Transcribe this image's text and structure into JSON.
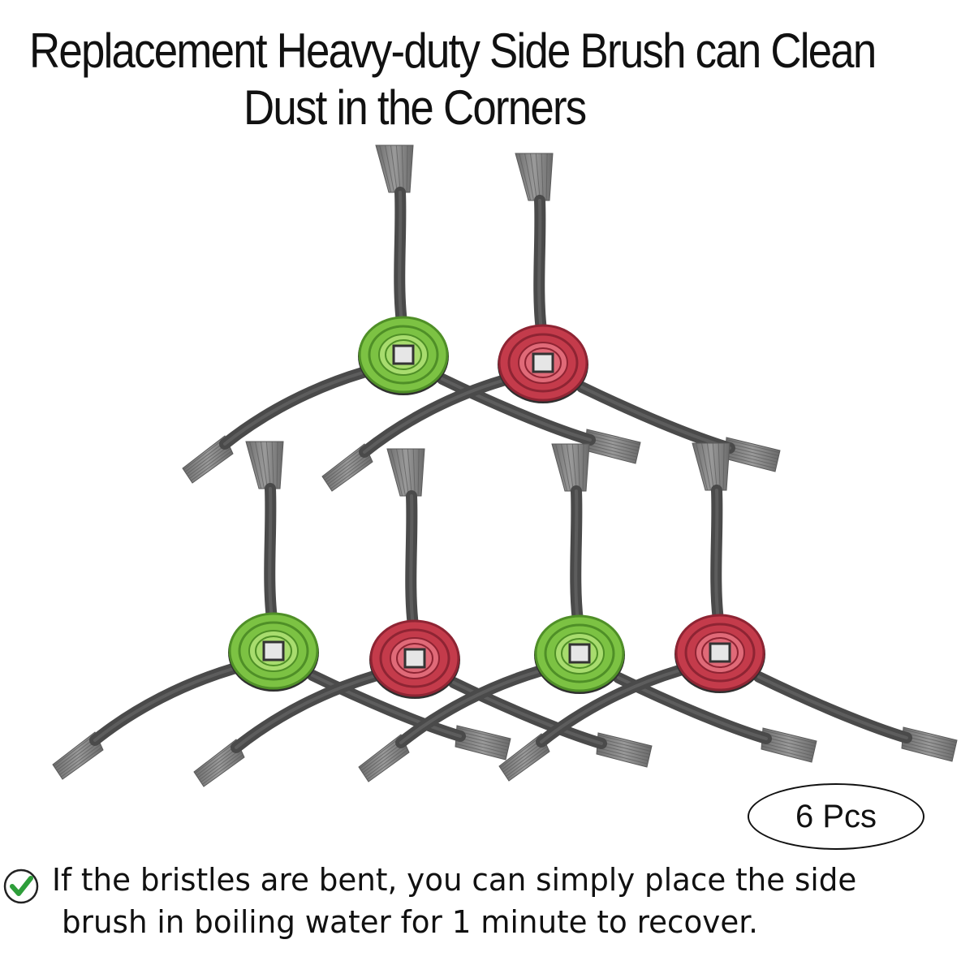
{
  "title": {
    "line1": "Replacement Heavy-duty Side Brush can Clean",
    "line2": "Dust in the Corners"
  },
  "badge": {
    "text": "6 Pcs"
  },
  "tip": {
    "icon": "green-check-circle-icon",
    "line1": "If the bristles are bent, you can simply place the side",
    "line2": "brush in boiling water for 1 minute to recover."
  },
  "brushes": [
    {
      "hub_color": "green",
      "hub_hex": "#7cc243"
    },
    {
      "hub_color": "red",
      "hub_hex": "#c43b4b"
    },
    {
      "hub_color": "green",
      "hub_hex": "#7cc243"
    },
    {
      "hub_color": "red",
      "hub_hex": "#c43b4b"
    },
    {
      "hub_color": "green",
      "hub_hex": "#7cc243"
    },
    {
      "hub_color": "red",
      "hub_hex": "#c43b4b"
    }
  ],
  "colors": {
    "arm": "#4a4a4a",
    "bristle": "#7d7d7d",
    "check": "#2e9e3a"
  }
}
